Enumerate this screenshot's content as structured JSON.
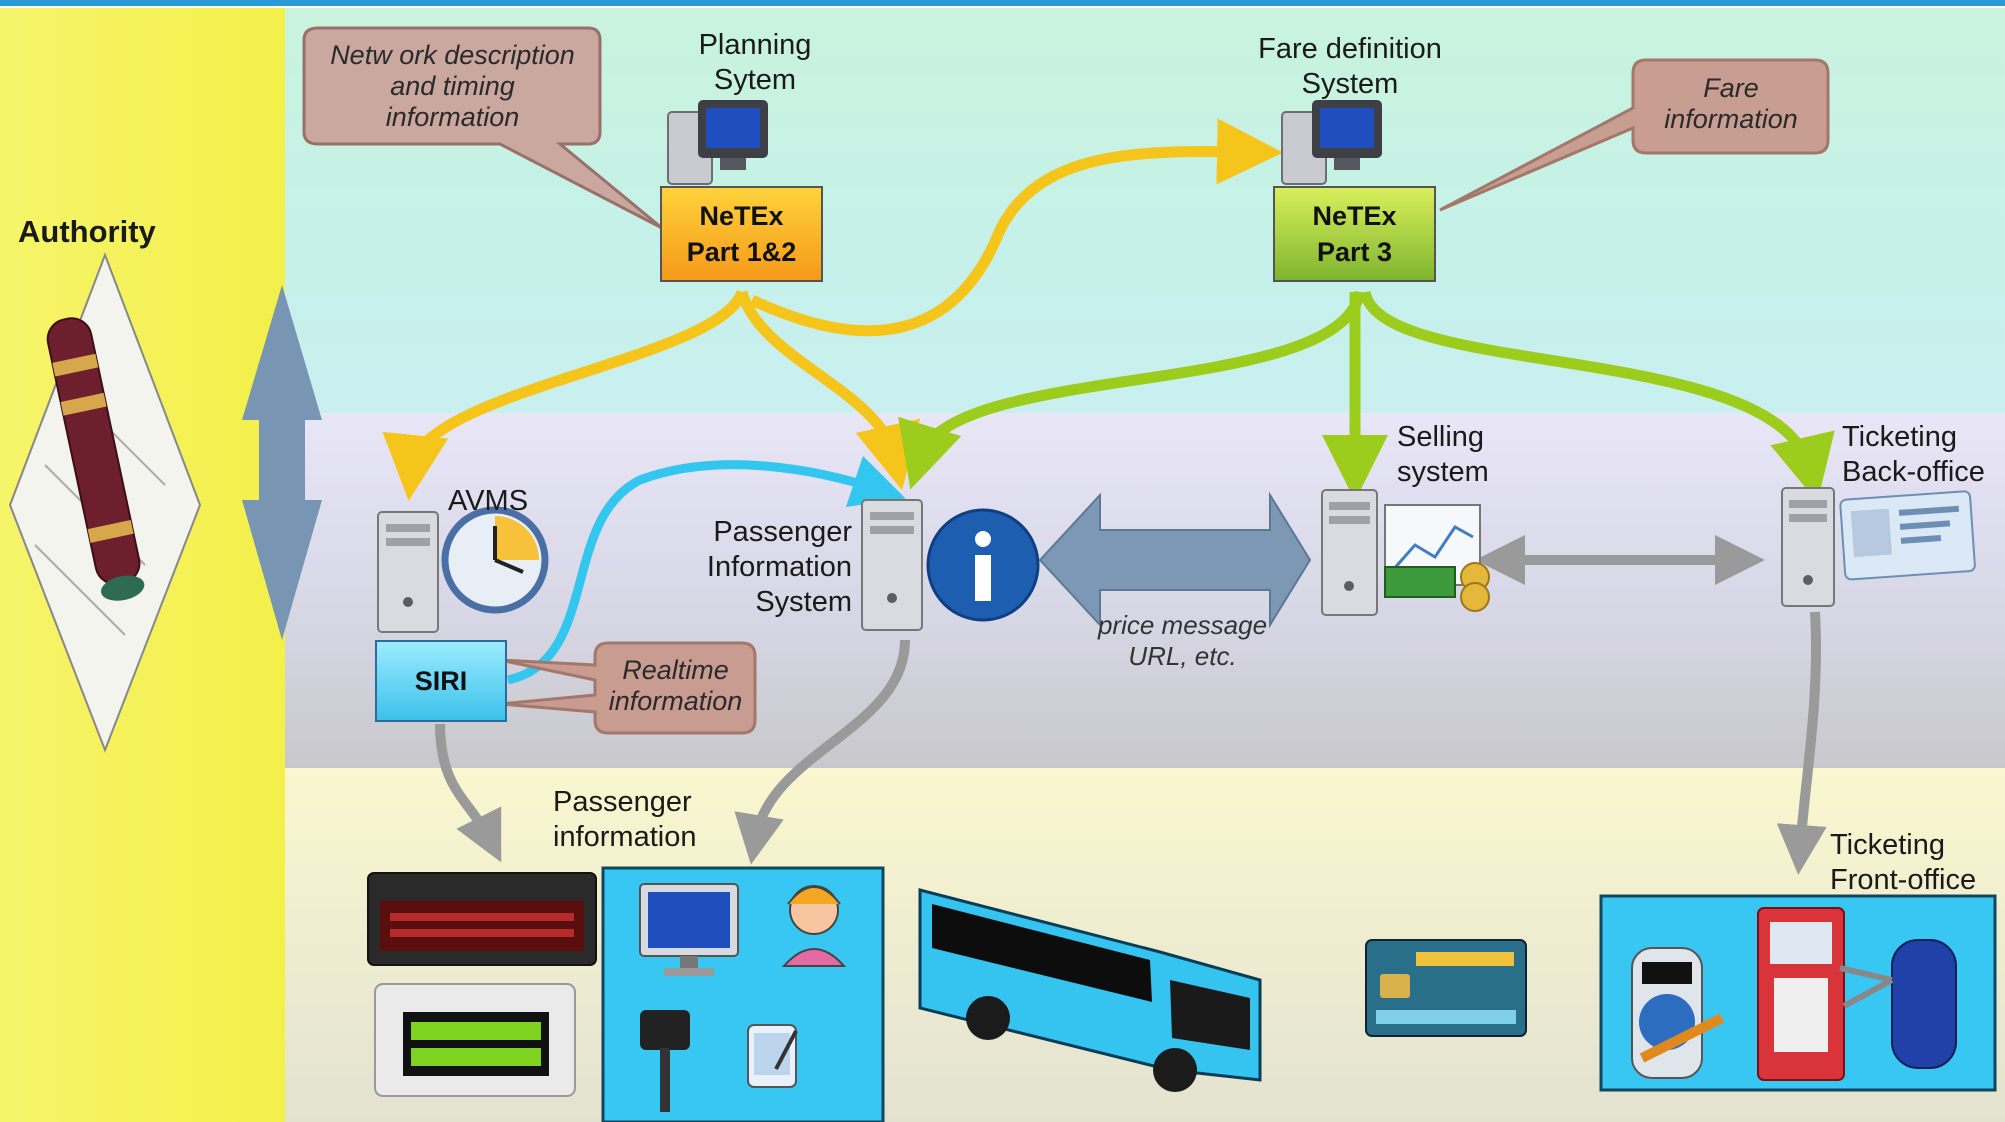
{
  "authority": {
    "label": "Authority"
  },
  "systems": {
    "planning": {
      "label": "Planning\nSytem"
    },
    "fare_definition": {
      "label": "Fare definition\nSystem"
    },
    "avms": {
      "label": "AVMS"
    },
    "pis": {
      "label": "Passenger\nInformation\nSystem"
    },
    "selling": {
      "label": "Selling\nsystem"
    },
    "ticketing_back": {
      "label": "Ticketing\nBack-office"
    },
    "passenger_info": {
      "label": "Passenger\ninformation"
    },
    "ticketing_front": {
      "label": "Ticketing\nFront-office"
    }
  },
  "standards": {
    "netex12": {
      "line1": "NeTEx",
      "line2": "Part 1&2"
    },
    "netex3": {
      "line1": "NeTEx",
      "line2": "Part 3"
    },
    "siri": {
      "label": "SIRI"
    }
  },
  "callouts": {
    "network": "Netw ork description\nand timing\ninformation",
    "fare": "Fare\ninformation",
    "realtime": "Realtime\ninformation"
  },
  "exchange_note": "price message\nURL, etc.",
  "colors": {
    "yellow_arrow": "#f6c51c",
    "green_arrow": "#9ccc1c",
    "blue_arrow": "#33c7f0",
    "grey_arrow": "#9a9a9a",
    "exchange_arrow": "#6f8faa",
    "netex12": "#f7a823",
    "netex3": "#95c43a",
    "siri": "#5bd0ef",
    "authority_band": "#f3f04a"
  },
  "icons": [
    "computer-icon",
    "server-icon",
    "clock-icon",
    "info-icon",
    "chart-money-icon",
    "id-card-icon",
    "scroll-map-icon",
    "led-display-icon",
    "monitor-icon",
    "call-center-icon",
    "mobile-phone-icon",
    "tablet-icon",
    "bus-icon",
    "smart-card-icon",
    "ticket-validator-icon",
    "ticket-machine-icon",
    "turnstile-icon"
  ]
}
